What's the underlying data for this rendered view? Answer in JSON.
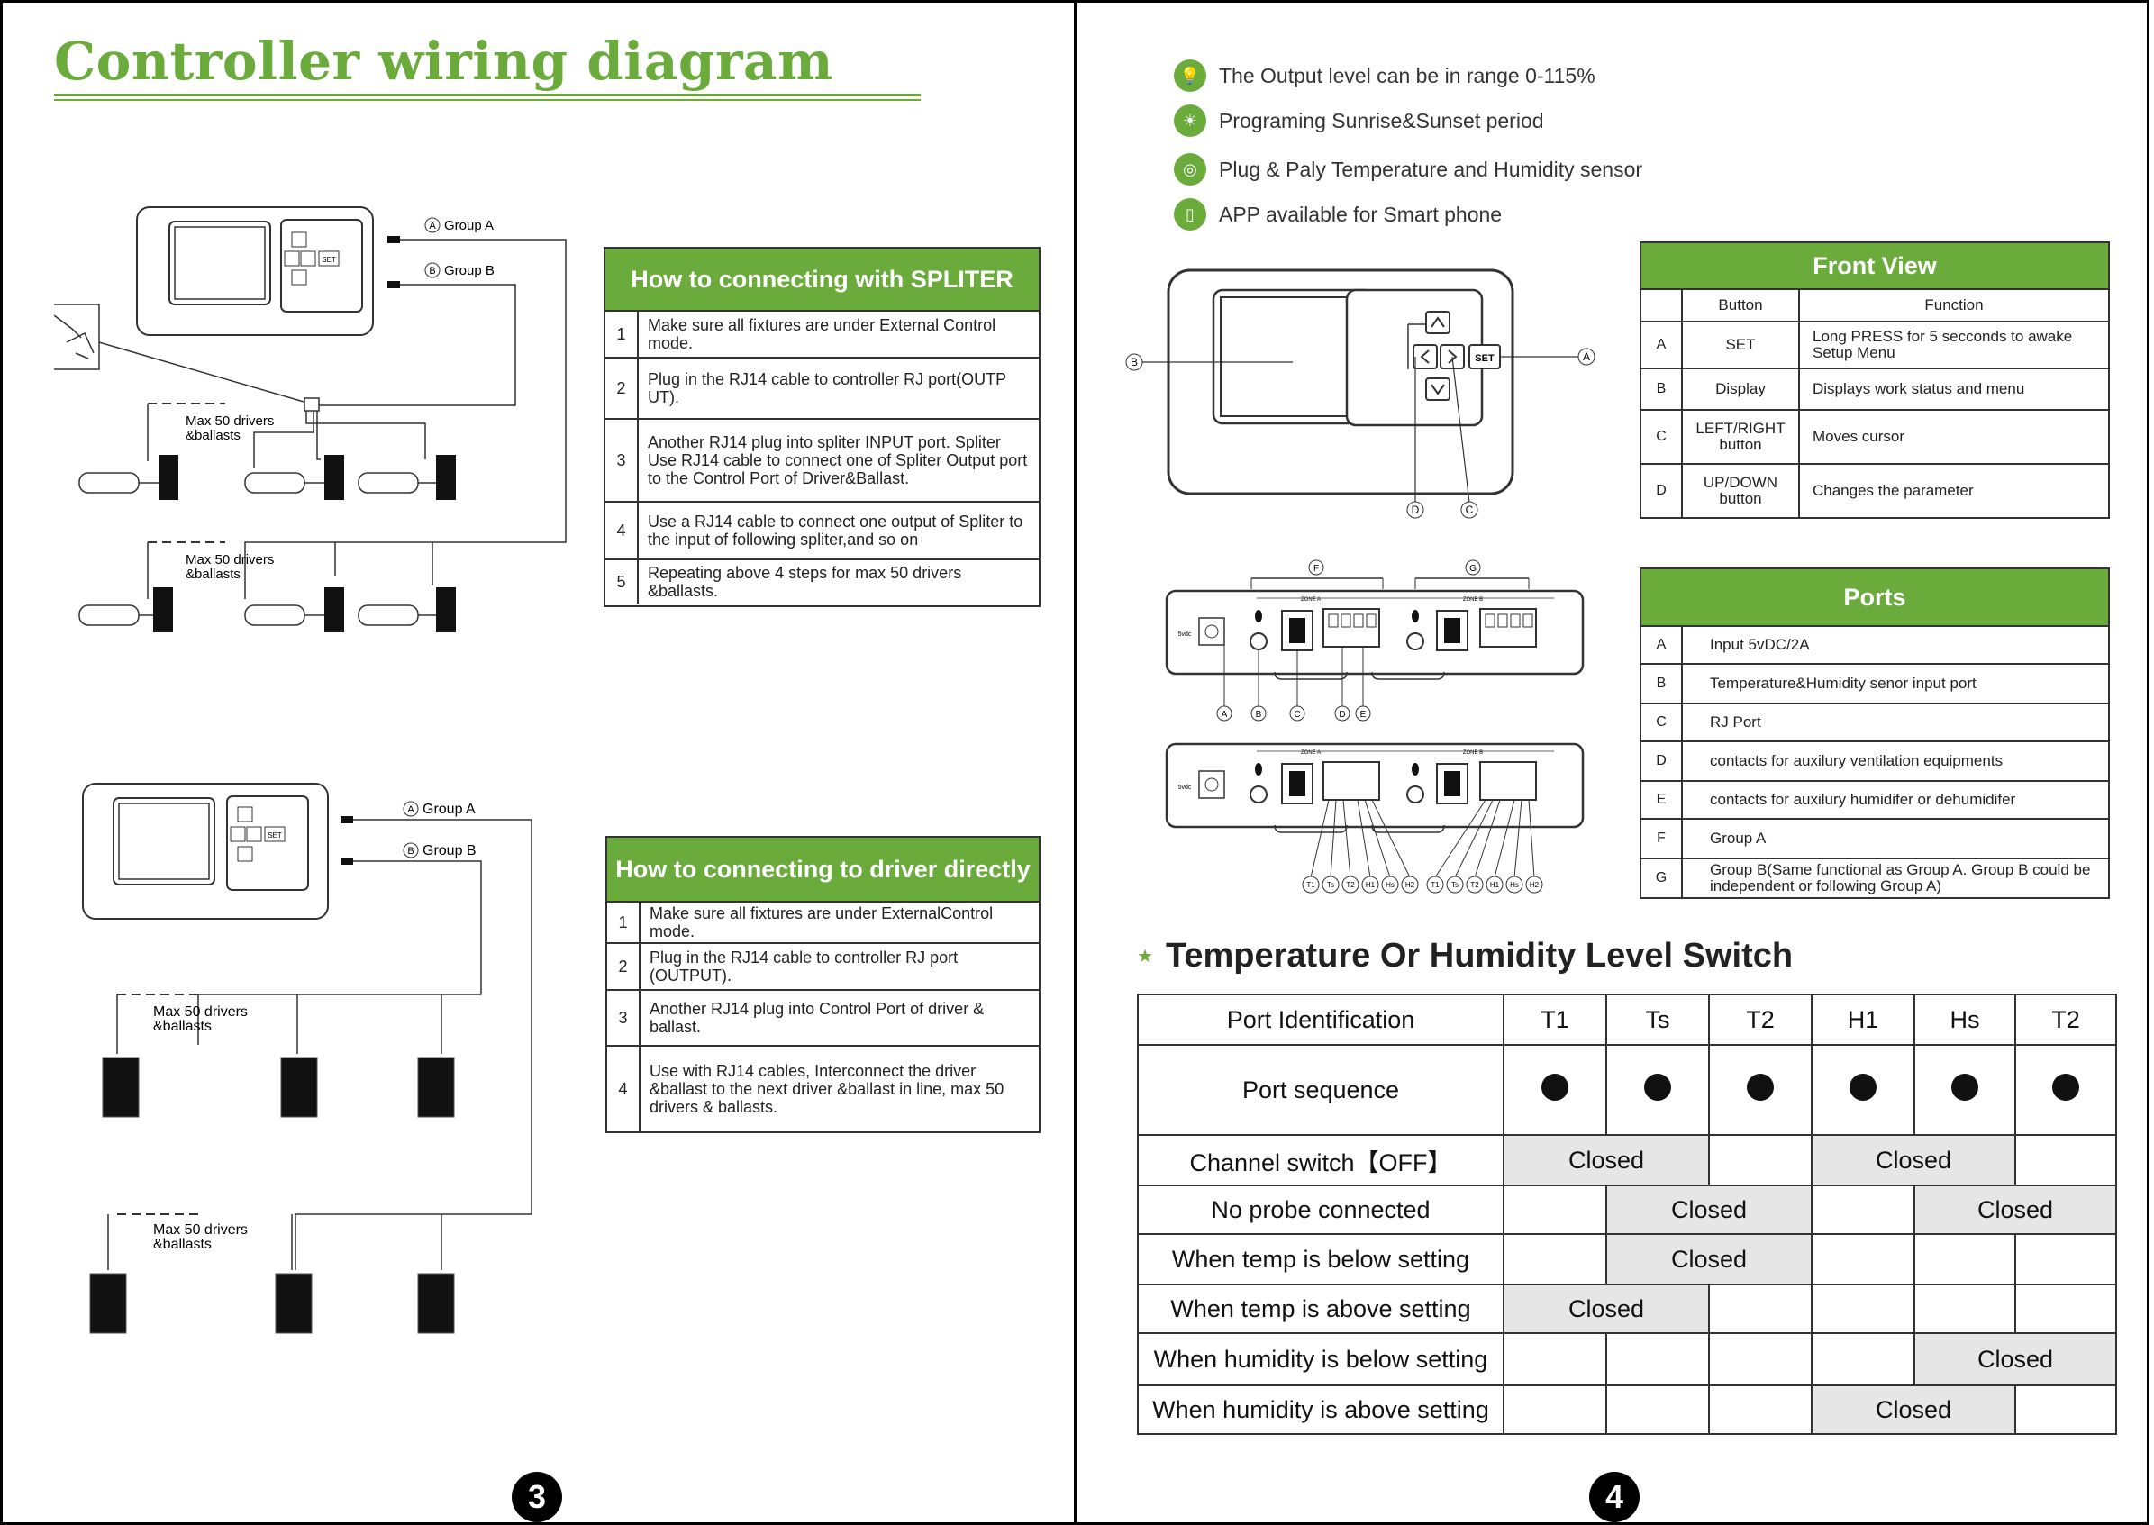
{
  "left": {
    "title": "Controller wiring diagram",
    "diagram1": {
      "group_a": "Group A",
      "group_b": "Group B",
      "circle_a": "A",
      "circle_b": "B",
      "set": "SET",
      "max_label_1": "Max 50 drivers",
      "max_label_2": "&ballasts"
    },
    "spliter": {
      "header": "How to connecting with SPLITER",
      "steps": [
        {
          "n": "1",
          "text": "Make sure all fixtures are under External Control mode."
        },
        {
          "n": "2",
          "text": "Plug in the RJ14 cable to controller RJ port(OUTP UT)."
        },
        {
          "n": "3",
          "text": "Another RJ14 plug into spliter INPUT port. Spliter Use RJ14 cable to connect one of Spliter Output port to the Control Port of Driver&Ballast."
        },
        {
          "n": "4",
          "text": "Use a RJ14 cable to connect one output of Spliter to the input of following spliter,and so on"
        },
        {
          "n": "5",
          "text": "Repeating above 4 steps for max 50 drivers &ballasts."
        }
      ]
    },
    "direct": {
      "header": "How to connecting to driver directly",
      "steps": [
        {
          "n": "1",
          "text": "Make sure all fixtures are under ExternalControl mode."
        },
        {
          "n": "2",
          "text": "Plug in the RJ14 cable to controller RJ port (OUTPUT)."
        },
        {
          "n": "3",
          "text": "Another RJ14 plug into Control Port of driver & ballast."
        },
        {
          "n": "4",
          "text": "Use with RJ14 cables, Interconnect the driver &ballast to the next driver &ballast in line, max 50 drivers & ballasts."
        }
      ]
    },
    "page_number": "3"
  },
  "right": {
    "features": [
      {
        "icon": "lightbulb-icon",
        "glyph": "💡",
        "text": "The Output level can be in range 0-115%"
      },
      {
        "icon": "sun-icon",
        "glyph": "☀",
        "text": "Programing Sunrise&Sunset period"
      },
      {
        "icon": "sensor-icon",
        "glyph": "◎",
        "text": "Plug & Paly Temperature and Humidity sensor"
      },
      {
        "icon": "phone-icon",
        "glyph": "▯",
        "text": "APP available for Smart phone"
      }
    ],
    "front_diagram": {
      "label_a": "A",
      "label_b": "B",
      "label_c": "C",
      "label_d": "D",
      "set": "SET"
    },
    "front_view": {
      "header": "Front View",
      "col_button": "Button",
      "col_function": "Function",
      "rows": [
        {
          "key": "A",
          "button": "SET",
          "function": "Long PRESS for 5 secconds to awake Setup Menu"
        },
        {
          "key": "B",
          "button": "Display",
          "function": "Displays work status and menu"
        },
        {
          "key": "C",
          "button": "LEFT/RIGHT button",
          "function": "Moves cursor"
        },
        {
          "key": "D",
          "button": "UP/DOWN button",
          "function": "Changes the parameter"
        }
      ]
    },
    "ports_diagram": {
      "zone_a": "ZONE A",
      "zone_b": "ZONE B",
      "power_label": "5vdc",
      "top_labels": [
        "F",
        "G"
      ],
      "bottom_labels": [
        "A",
        "B",
        "C",
        "D",
        "E"
      ],
      "pin_labels": [
        "T1",
        "Ts",
        "T2",
        "H1",
        "Hs",
        "H2"
      ]
    },
    "ports": {
      "header": "Ports",
      "rows": [
        {
          "key": "A",
          "text": "Input 5vDC/2A"
        },
        {
          "key": "B",
          "text": "Temperature&Humidity senor input port"
        },
        {
          "key": "C",
          "text": "RJ  Port"
        },
        {
          "key": "D",
          "text": "contacts for auxilury ventilation equipments"
        },
        {
          "key": "E",
          "text": "contacts for auxilury humidifer or dehumidifer"
        },
        {
          "key": "F",
          "text": "Group A"
        },
        {
          "key": "G",
          "text": "Group B(Same functional as Group A. Group B could be independent or following Group A)"
        }
      ]
    },
    "level_switch": {
      "title": "Temperature Or Humidity Level Switch",
      "header_label": "Port Identification",
      "ports": [
        "T1",
        "Ts",
        "T2",
        "H1",
        "Hs",
        "T2"
      ],
      "sequence_label": "Port sequence",
      "closed_text": "Closed",
      "rows": [
        {
          "label": "Channel switch【OFF】",
          "cells": [
            [
              0,
              2
            ],
            [
              3,
              5
            ]
          ]
        },
        {
          "label": "No probe connected",
          "cells": [
            [
              1,
              3
            ],
            [
              4,
              6
            ]
          ]
        },
        {
          "label": "When temp is below setting",
          "cells": [
            [
              1,
              3
            ]
          ]
        },
        {
          "label": "When temp is above setting",
          "cells": [
            [
              0,
              2
            ]
          ]
        },
        {
          "label": "When humidity is below setting",
          "cells": [
            [
              4,
              6
            ]
          ]
        },
        {
          "label": "When humidity is above setting",
          "cells": [
            [
              3,
              5
            ]
          ]
        }
      ]
    },
    "page_number": "4"
  },
  "colors": {
    "accent": "#6aab3c",
    "closed_fill": "#e6e6e6",
    "border": "#333333"
  }
}
